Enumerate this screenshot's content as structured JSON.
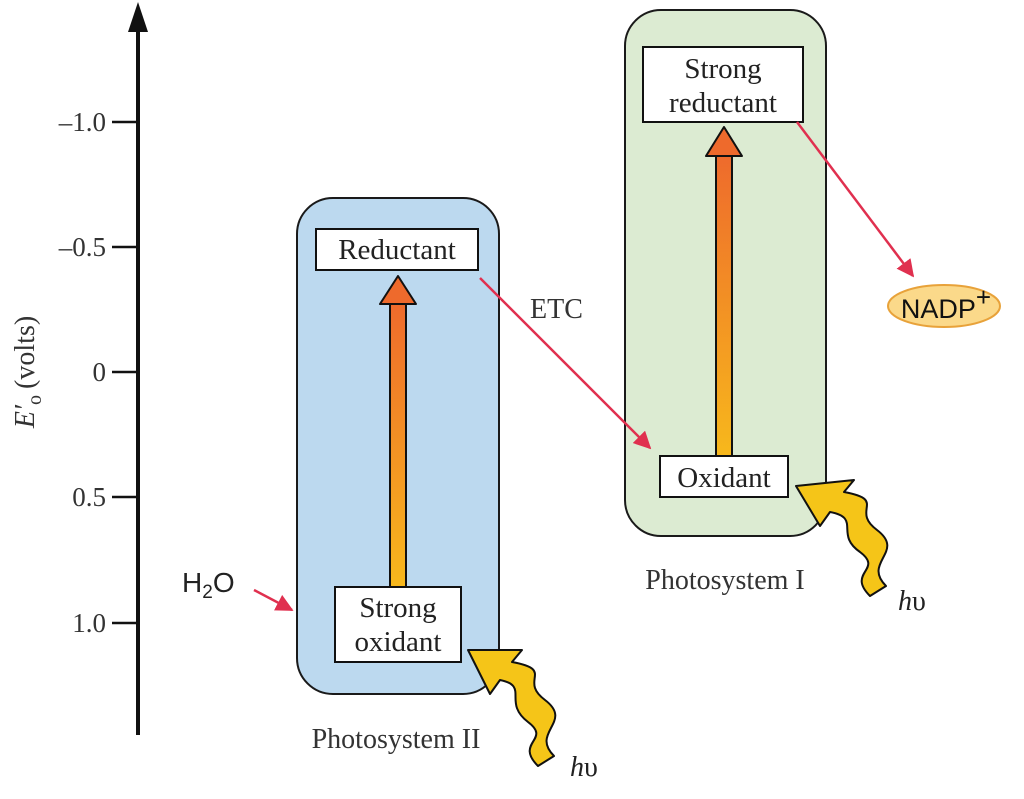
{
  "axis": {
    "label_symbol": "E′",
    "label_subscript": "o",
    "label_unit": "(volts)",
    "ticks": [
      "–1.0",
      "–0.5",
      "0",
      "0.5",
      "1.0"
    ]
  },
  "photosystem_ii": {
    "name": "Photosystem II",
    "top_box": "Reductant",
    "bottom_box_line1": "Strong",
    "bottom_box_line2": "oxidant"
  },
  "photosystem_i": {
    "name": "Photosystem I",
    "top_box_line1": "Strong",
    "top_box_line2": "reductant",
    "bottom_box": "Oxidant"
  },
  "etc_label": "ETC",
  "water": {
    "prefix": "H",
    "subscript": "2",
    "suffix": "O"
  },
  "nadp": {
    "text": "NADP",
    "superscript": "+"
  },
  "light": {
    "h": "h",
    "nu": "υ"
  },
  "colors": {
    "psii_fill": "#bcd9ef",
    "psi_fill": "#dcebd2",
    "red_arrow": "#e0304f",
    "arrow_top": "#ee6a2c",
    "arrow_bottom": "#f7b81c",
    "wave_yellow": "#f5c518",
    "nadp_fill": "#fbd98a",
    "nadp_stroke": "#e8a23a"
  }
}
